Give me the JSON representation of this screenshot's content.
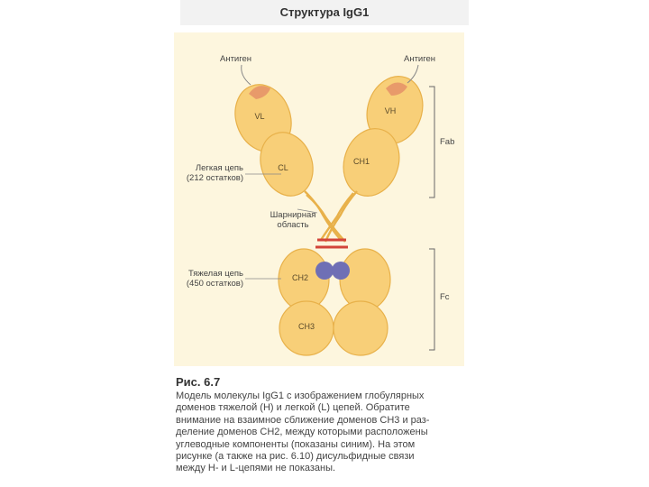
{
  "title": "Структура IgG1",
  "labels": {
    "antigen_left": "Антиген",
    "antigen_right": "Антиген",
    "light_chain": [
      "Легкая цепь",
      "(212 остатков)"
    ],
    "hinge": [
      "Шарнирная",
      "область"
    ],
    "heavy_chain": [
      "Тяжелая цепь",
      "(450 остатков)"
    ],
    "fab": "Fab",
    "fc": "Fc"
  },
  "domains": {
    "vl": "VL",
    "cl": "CL",
    "vh": "VH",
    "ch1": "CH1",
    "ch2": "CH2",
    "ch3": "CH3"
  },
  "colors": {
    "domain_fill": "#f8cf78",
    "domain_stroke": "#e8b14a",
    "antigen_site": "#e89a6a",
    "carbohydrate": "#6f6fb5",
    "disulfide": "#d2453a",
    "panel_bg": "#fdf6de"
  },
  "caption": {
    "heading": "Рис. 6.7",
    "lines": [
      "Модель молекулы IgG1 с изображением глобулярных",
      "доменов тяжелой (H) и легкой (L) цепей. Обратите",
      "внимание на взаимное сближение доменов CH3 и раз-",
      "деление доменов CH2, между которыми расположены",
      "углеводные компоненты (показаны синим). На этом",
      "рисунке (а также на рис. 6.10) дисульфидные связи",
      "между H- и L-цепями не показаны."
    ]
  }
}
